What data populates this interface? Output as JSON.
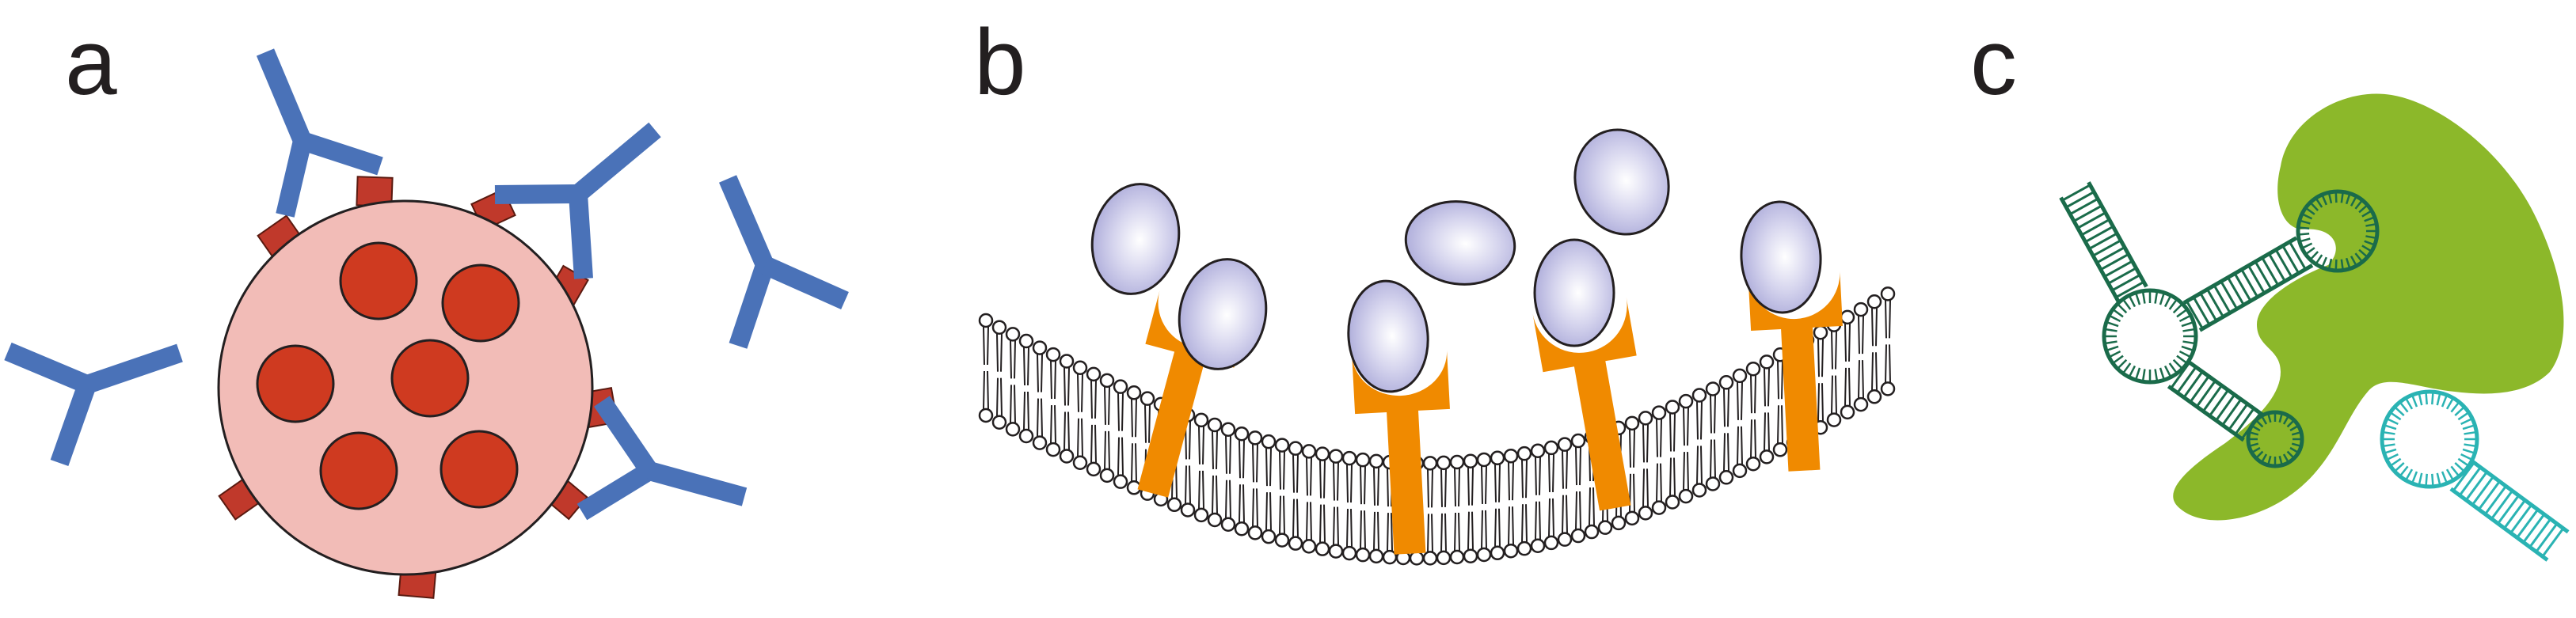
{
  "panels": {
    "a": {
      "label": "a"
    },
    "b": {
      "label": "b"
    },
    "c": {
      "label": "c"
    }
  },
  "colors": {
    "antibody": "#4a72b8",
    "particle_fill": "#f2bcb7",
    "inclusion": "#cf3a20",
    "antigen": "#c0392b",
    "receptor": "#f08a00",
    "ligand_light": "#ffffff",
    "ligand_dark": "#a9a8d8",
    "membrane_head": "#ffffff",
    "target_protein": "#8cb82a",
    "aptamer_dark": "#1a6b4a",
    "aptamer_light": "#2ab3b3"
  },
  "icons": {
    "a": [
      "antibody-icon",
      "nanoparticle-icon",
      "antigen-icon"
    ],
    "b": [
      "lipid-bilayer-icon",
      "receptor-icon",
      "ligand-icon"
    ],
    "c": [
      "aptamer-icon",
      "target-protein-icon"
    ]
  }
}
